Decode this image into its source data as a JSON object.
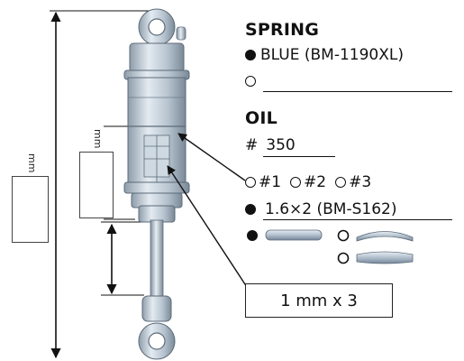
{
  "spring": {
    "heading": "SPRING",
    "option_selected": "BLUE (BM-1190XL)",
    "option_blank": ""
  },
  "oil": {
    "heading": "OIL",
    "prefix": "#",
    "value": "350"
  },
  "piston": {
    "options": [
      "#1",
      "#2",
      "#3"
    ],
    "selected_part": "1.6×2 (BM-S162)"
  },
  "labels": {
    "mm_overall": "mm",
    "mm_body": "mm",
    "spacer": "1 mm x 3"
  },
  "colors": {
    "shock_body": "#b9c6d2",
    "shock_dark": "#7d8d9c",
    "ink": "#111111"
  },
  "icons": {
    "selected": "filled-circle-icon",
    "unselected": "open-circle-icon"
  }
}
